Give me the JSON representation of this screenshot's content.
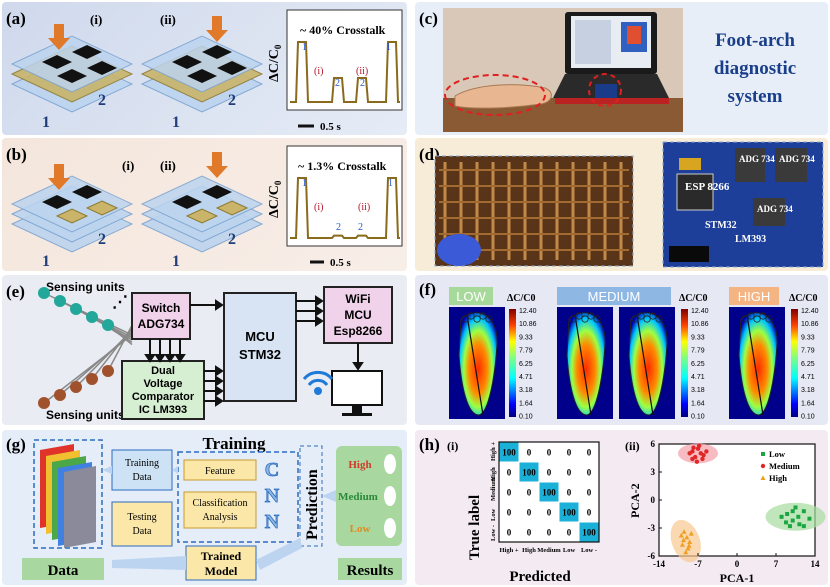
{
  "labels": {
    "a": "(a)",
    "b": "(b)",
    "c": "(c)",
    "d": "(d)",
    "e": "(e)",
    "f": "(f)",
    "g": "(g)",
    "h": "(h)",
    "i": "(i)",
    "ii": "(ii)"
  },
  "panel_a": {
    "crosstalk": "~ 40% Crosstalk",
    "ylabel_main": "ΔC/C",
    "ylabel_sub": "0",
    "scale": "0.5 s",
    "layer_labels": [
      "1",
      "2",
      "1",
      "2"
    ],
    "peak_labels": [
      "1",
      "2",
      "2",
      "1"
    ]
  },
  "panel_b": {
    "crosstalk": "~ 1.3% Crosstalk",
    "ylabel_main": "ΔC/C",
    "ylabel_sub": "0",
    "scale": "0.5 s",
    "layer_labels": [
      "1",
      "2",
      "1",
      "2"
    ],
    "peak_labels": [
      "1",
      "2",
      "2",
      "1"
    ]
  },
  "panel_c": {
    "title_lines": [
      "Foot-arch",
      "diagnostic",
      "system"
    ]
  },
  "panel_d": {
    "chips": [
      "ESP\n8266",
      "ADG\n734",
      "ADG\n734",
      "ADG\n734",
      "STM32",
      "LM393"
    ]
  },
  "panel_e": {
    "sensing_top": "Sensing units",
    "sensing_bottom": "Sensing units",
    "switch_lines": [
      "Switch",
      "ADG734"
    ],
    "comparator_lines": [
      "Dual",
      "Voltage",
      "Comparator",
      "IC LM393"
    ],
    "mcu_lines": [
      "MCU",
      "STM32"
    ],
    "wifi_lines": [
      "WiFi",
      "MCU",
      "Esp8266"
    ]
  },
  "panel_f": {
    "groups": [
      "LOW",
      "MEDIUM",
      "HIGH"
    ],
    "colorbar_title": "ΔC/C",
    "colorbar_sub": "0",
    "ticks": [
      "12.40",
      "10.86",
      "9.33",
      "7.79",
      "6.25",
      "4.71",
      "3.18",
      "1.64",
      "0.10"
    ]
  },
  "panel_g": {
    "title": "Training",
    "training_data": [
      "Training",
      "Data"
    ],
    "testing_data": [
      "Testing",
      "Data"
    ],
    "feature": "Feature",
    "classification": [
      "Classification",
      "Analysis"
    ],
    "cnn": [
      "C",
      "N",
      "N"
    ],
    "trained_model": [
      "Trained",
      "Model"
    ],
    "prediction": "Prediction",
    "results_items": [
      "High",
      "Medium",
      "Low"
    ],
    "data_label": "Data",
    "results_label": "Results"
  },
  "panel_h": {
    "confusion": {
      "ylabel": "True label",
      "xlabel": "Predicted",
      "rows": [
        "High +",
        "High",
        "Medium",
        "Low",
        "Low -"
      ],
      "cols": [
        "High +",
        "High",
        "Medium",
        "Low",
        "Low -"
      ],
      "matrix": [
        [
          100,
          0,
          0,
          0,
          0
        ],
        [
          0,
          100,
          0,
          0,
          0
        ],
        [
          0,
          0,
          100,
          0,
          0
        ],
        [
          0,
          0,
          0,
          100,
          0
        ],
        [
          0,
          0,
          0,
          0,
          100
        ]
      ],
      "diag_color": "#1ab0d8"
    }
  },
  "chart_data": [
    {
      "type": "line",
      "title": "~ 40% Crosstalk",
      "ylabel": "ΔC/C0",
      "segments": [
        "(i)",
        "(ii)"
      ],
      "peaks": [
        {
          "label": "1",
          "amplitude": 1.0,
          "segment": "(i)",
          "position": "left"
        },
        {
          "label": "2",
          "amplitude": 0.4,
          "segment": "(i)",
          "position": "right"
        },
        {
          "label": "2",
          "amplitude": 0.4,
          "segment": "(ii)",
          "position": "left"
        },
        {
          "label": "1",
          "amplitude": 1.0,
          "segment": "(ii)",
          "position": "right"
        }
      ],
      "scale_bar": "0.5 s"
    },
    {
      "type": "line",
      "title": "~ 1.3% Crosstalk",
      "ylabel": "ΔC/C0",
      "segments": [
        "(i)",
        "(ii)"
      ],
      "peaks": [
        {
          "label": "1",
          "amplitude": 1.0,
          "segment": "(i)",
          "position": "left"
        },
        {
          "label": "2",
          "amplitude": 0.013,
          "segment": "(i)",
          "position": "right"
        },
        {
          "label": "2",
          "amplitude": 0.013,
          "segment": "(ii)",
          "position": "left"
        },
        {
          "label": "1",
          "amplitude": 1.0,
          "segment": "(ii)",
          "position": "right"
        }
      ],
      "scale_bar": "0.5 s"
    },
    {
      "type": "scatter",
      "xlabel": "PCA-1",
      "ylabel": "PCA-2",
      "xlim": [
        -14,
        14
      ],
      "ylim": [
        -6,
        6
      ],
      "xticks": [
        "-14",
        "-7",
        "0",
        "7",
        "14"
      ],
      "yticks": [
        "6",
        "3",
        "0",
        "-3",
        "-6"
      ],
      "legend": "top-right",
      "series": [
        {
          "name": "Low",
          "color": "#1aa640",
          "marker": "square",
          "points": [
            [
              8,
              -1.8
            ],
            [
              9,
              -1.5
            ],
            [
              10,
              -2.2
            ],
            [
              11,
              -1.8
            ],
            [
              12,
              -2.8
            ],
            [
              9.5,
              -2.8
            ],
            [
              10.5,
              -0.8
            ],
            [
              12,
              -1.2
            ],
            [
              8.8,
              -2.4
            ],
            [
              11.2,
              -2.6
            ],
            [
              10,
              -1.2
            ],
            [
              13,
              -2.0
            ]
          ]
        },
        {
          "name": "Medium",
          "color": "#e02828",
          "marker": "circle",
          "points": [
            [
              -8,
              5.2
            ],
            [
              -7,
              5.5
            ],
            [
              -6.5,
              5.0
            ],
            [
              -7.5,
              4.6
            ],
            [
              -6,
              4.8
            ],
            [
              -8,
              4.4
            ],
            [
              -7.2,
              4.1
            ],
            [
              -6.8,
              5.8
            ],
            [
              -5.5,
              5.2
            ],
            [
              -8.5,
              5.0
            ],
            [
              -6.2,
              4.4
            ],
            [
              -7.8,
              5.6
            ]
          ]
        },
        {
          "name": "High",
          "color": "#f0a020",
          "marker": "triangle",
          "points": [
            [
              -9.5,
              -3.4
            ],
            [
              -9,
              -4.0
            ],
            [
              -8.5,
              -4.5
            ],
            [
              -9.8,
              -4.8
            ],
            [
              -8.8,
              -5.2
            ],
            [
              -10,
              -3.8
            ],
            [
              -9.2,
              -5.6
            ],
            [
              -8.2,
              -3.6
            ],
            [
              -9.6,
              -4.3
            ],
            [
              -8.6,
              -4.9
            ]
          ]
        }
      ]
    }
  ]
}
